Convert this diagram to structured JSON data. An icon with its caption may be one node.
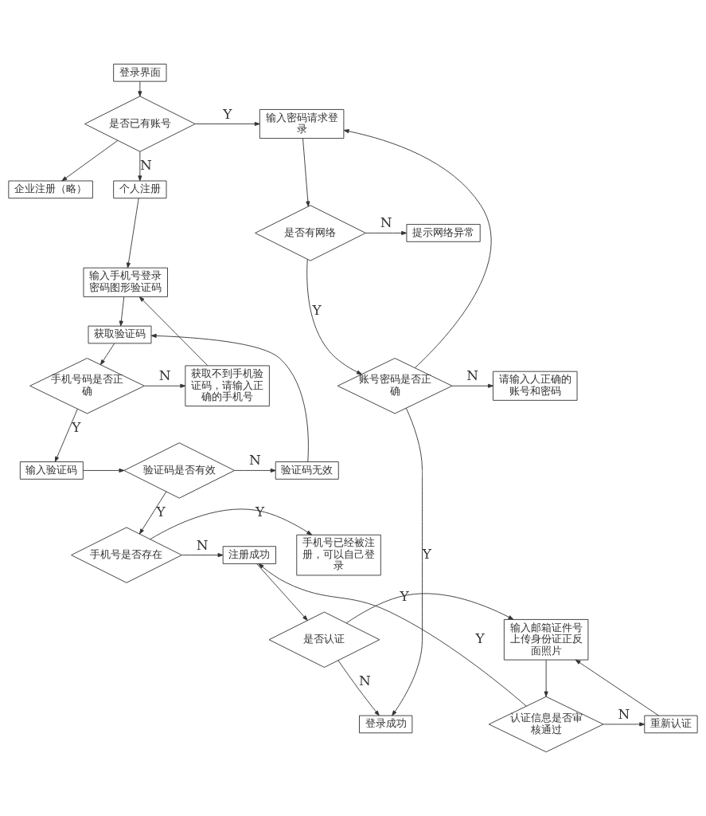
{
  "diagram": {
    "nodes": [
      {
        "text": [
          "登录界面"
        ]
      },
      {
        "text": [
          "是否已有账号"
        ]
      },
      {
        "text": [
          "输入密码请求登录"
        ]
      },
      {
        "text": [
          "企业注册（略）"
        ]
      },
      {
        "text": [
          "个人注册"
        ]
      },
      {
        "text": [
          "是否有网络"
        ]
      },
      {
        "text": [
          "提示网络异常"
        ]
      },
      {
        "text": [
          "输入手机号登录密码图形验证码"
        ]
      },
      {
        "text": [
          "获取验证码"
        ]
      },
      {
        "text": [
          "账号密码是否正确"
        ]
      },
      {
        "text": [
          "请输入人正确的账号和密码"
        ]
      },
      {
        "text": [
          "获取不到手机验证码，请输入正确的手机号"
        ]
      },
      {
        "text": [
          "手机号码是否正确"
        ]
      },
      {
        "text": [
          "验证码无效"
        ]
      },
      {
        "text": [
          "验证码是否有效"
        ]
      },
      {
        "text": [
          "输入验证码"
        ]
      },
      {
        "text": [
          "手机号已经被注册，可以自己登录"
        ]
      },
      {
        "text": [
          "手机号是否存在"
        ]
      },
      {
        "text": [
          "注册成功"
        ]
      },
      {
        "text": [
          "输入邮箱证件号上传身份证正反面照片"
        ]
      },
      {
        "text": [
          "是否认证"
        ]
      },
      {
        "text": [
          "登录成功"
        ]
      },
      {
        "text": [
          "重新认证"
        ]
      },
      {
        "text": [
          "认证信息是否审核通过"
        ]
      }
    ],
    "edges": [
      {
        "from": 0,
        "to": 1,
        "arrow": "to"
      },
      {
        "from": 1,
        "to": 2,
        "arrow": "to",
        "label": "Y"
      },
      {
        "from": 1,
        "to": 3,
        "arrow": "to"
      },
      {
        "from": 1,
        "to": 4,
        "arrow": "to",
        "label": "N"
      },
      {
        "from": 2,
        "to": 5,
        "arrow": "to"
      },
      {
        "from": 5,
        "to": 6,
        "arrow": "to",
        "label": "N"
      },
      {
        "from": 5,
        "to": 9,
        "arrow": "to",
        "label": "Y"
      },
      {
        "from": 9,
        "to": 10,
        "arrow": "to",
        "label": "N"
      },
      {
        "from": 9,
        "to": 2,
        "arrow": "to"
      },
      {
        "from": 9,
        "to": 21,
        "arrow": "to",
        "label": "Y"
      },
      {
        "from": 4,
        "to": 7,
        "arrow": "to"
      },
      {
        "from": 7,
        "to": 8,
        "arrow": "to"
      },
      {
        "from": 8,
        "to": 12,
        "arrow": "to"
      },
      {
        "from": 12,
        "to": 11,
        "arrow": "to",
        "label": "N"
      },
      {
        "from": 11,
        "to": 7,
        "arrow": "to"
      },
      {
        "from": 12,
        "to": 15,
        "arrow": "to",
        "label": "Y"
      },
      {
        "from": 15,
        "to": 14,
        "arrow": "to"
      },
      {
        "from": 14,
        "to": 13,
        "arrow": "to",
        "label": "N"
      },
      {
        "from": 13,
        "to": 8,
        "arrow": "to"
      },
      {
        "from": 14,
        "to": 17,
        "arrow": "to",
        "label": "Y"
      },
      {
        "from": 17,
        "to": 16,
        "arrow": "to",
        "label": "Y"
      },
      {
        "from": 17,
        "to": 18,
        "arrow": "to",
        "label": "N"
      },
      {
        "from": 18,
        "to": 20,
        "arrow": "to"
      },
      {
        "from": 20,
        "to": 19,
        "arrow": "to",
        "label": "Y"
      },
      {
        "from": 20,
        "to": 21,
        "arrow": "to",
        "label": "N"
      },
      {
        "from": 19,
        "to": 23,
        "arrow": "to"
      },
      {
        "from": 23,
        "to": 22,
        "arrow": "to",
        "label": "N"
      },
      {
        "from": 22,
        "to": 19,
        "arrow": "to"
      },
      {
        "from": 23,
        "to": 18,
        "arrow": "to",
        "label": "Y"
      }
    ]
  }
}
